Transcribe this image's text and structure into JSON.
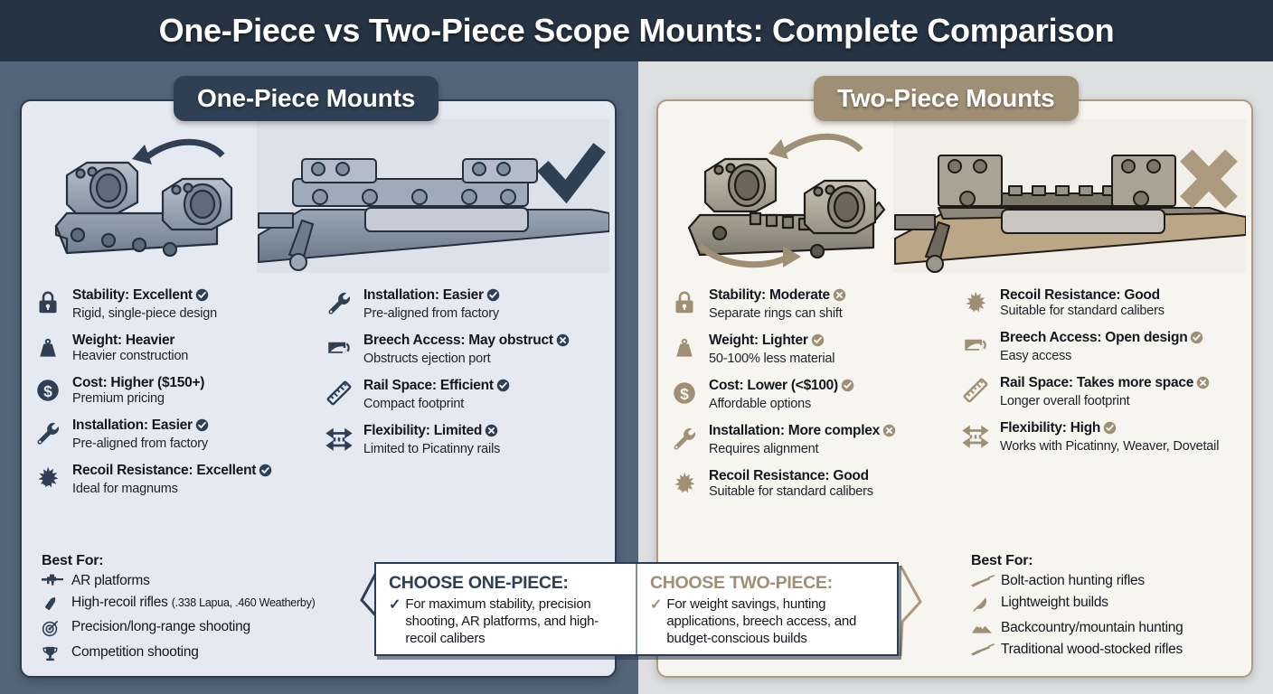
{
  "header": {
    "title": "One-Piece vs Two-Piece Scope Mounts: Complete Comparison"
  },
  "colors": {
    "header_bg": "#253343",
    "left_accent": "#2f4055",
    "right_accent": "#9f8f74",
    "left_backdrop": "#54657a",
    "right_backdrop": "#dddfe1",
    "left_card": "#e5e9f1",
    "right_card": "#f7f5f0"
  },
  "left_panel": {
    "badge": "One-Piece Mounts",
    "verdict_icon": "checkmark-icon",
    "illustration": {
      "mount_icon": "one-piece-scope-mount-icon",
      "rifle_icon": "bolt-action-rifle-with-one-piece-mount-icon",
      "arrow_icon": "curved-arrow-icon"
    },
    "features": [
      {
        "icon": "lock-icon",
        "title": "Stability: Excellent",
        "mark": "check",
        "sub": "Rigid, single-piece design"
      },
      {
        "icon": "weight-icon",
        "title": "Weight: Heavier",
        "mark": "none",
        "sub": "Heavier construction"
      },
      {
        "icon": "dollar-icon",
        "title": "Cost: Higher ($150+)",
        "mark": "none",
        "sub": "Premium pricing"
      },
      {
        "icon": "wrench-icon",
        "title": "Installation: Easier",
        "mark": "check",
        "sub": "Pre-aligned from factory"
      },
      {
        "icon": "recoil-icon",
        "title": "Recoil Resistance: Excellent",
        "mark": "check",
        "sub": "Ideal for magnums"
      },
      {
        "icon": "wrench-icon",
        "title": "Installation: Easier",
        "mark": "check",
        "sub": "Pre-aligned from factory"
      },
      {
        "icon": "breech-icon",
        "title": "Breech Access: May obstruct",
        "mark": "cross",
        "sub": "Obstructs ejection port"
      },
      {
        "icon": "ruler-icon",
        "title": "Rail Space: Efficient",
        "mark": "check",
        "sub": "Compact footprint"
      },
      {
        "icon": "arrows-icon",
        "title": "Flexibility: Limited",
        "mark": "cross",
        "sub": "Limited to Picatinny rails"
      }
    ],
    "best_for": {
      "title": "Best For:",
      "items": [
        {
          "icon": "ar-rifle-icon",
          "label": "AR platforms",
          "note": ""
        },
        {
          "icon": "bullet-icon",
          "label": "High-recoil rifles",
          "note": "(.338 Lapua, .460 Weatherby)"
        },
        {
          "icon": "target-icon",
          "label": "Precision/long-range shooting",
          "note": ""
        },
        {
          "icon": "trophy-icon",
          "label": "Competition shooting",
          "note": ""
        }
      ]
    }
  },
  "right_panel": {
    "badge": "Two-Piece Mounts",
    "verdict_icon": "cross-icon",
    "illustration": {
      "mount_icon": "two-piece-scope-rings-icon",
      "rifle_icon": "bolt-action-rifle-with-two-piece-rings-icon",
      "arrow_icon": "curved-arrow-icon"
    },
    "features": [
      {
        "icon": "lock-icon",
        "title": "Stability: Moderate",
        "mark": "cross",
        "sub": "Separate rings can shift"
      },
      {
        "icon": "weight-icon",
        "title": "Weight: Lighter",
        "mark": "check",
        "sub": "50-100% less material"
      },
      {
        "icon": "dollar-icon",
        "title": "Cost: Lower (<$100)",
        "mark": "check",
        "sub": "Affordable options"
      },
      {
        "icon": "wrench-icon",
        "title": "Installation: More complex",
        "mark": "cross",
        "sub": "Requires alignment"
      },
      {
        "icon": "recoil-icon",
        "title": "Recoil Resistance: Good",
        "mark": "none",
        "sub": "Suitable for standard calibers"
      },
      {
        "icon": "recoil-icon",
        "title": "Recoil Resistance: Good",
        "mark": "none",
        "sub": "Suitable for standard calibers"
      },
      {
        "icon": "breech-icon",
        "title": "Breech Access: Open design",
        "mark": "check",
        "sub": "Easy access"
      },
      {
        "icon": "ruler-icon",
        "title": "Rail Space: Takes more space",
        "mark": "cross",
        "sub": "Longer overall footprint"
      },
      {
        "icon": "arrows-icon",
        "title": "Flexibility: High",
        "mark": "check",
        "sub": "Works with Picatinny, Weaver, Dovetail"
      }
    ],
    "best_for": {
      "title": "Best For:",
      "items": [
        {
          "icon": "bolt-rifle-icon",
          "label": "Bolt-action hunting rifles",
          "note": ""
        },
        {
          "icon": "feather-icon",
          "label": "Lightweight builds",
          "note": ""
        },
        {
          "icon": "mountain-icon",
          "label": "Backcountry/mountain hunting",
          "note": ""
        },
        {
          "icon": "wood-rifle-icon",
          "label": "Traditional wood-stocked rifles",
          "note": ""
        }
      ]
    }
  },
  "choose": {
    "one": {
      "title": "CHOOSE ONE-PIECE:",
      "check": "✓",
      "text": "For maximum stability, precision shooting, AR platforms, and high-recoil calibers"
    },
    "two": {
      "title": "CHOOSE TWO-PIECE:",
      "check": "✓",
      "text": "For weight savings, hunting applications, breech access, and budget-conscious builds"
    }
  }
}
